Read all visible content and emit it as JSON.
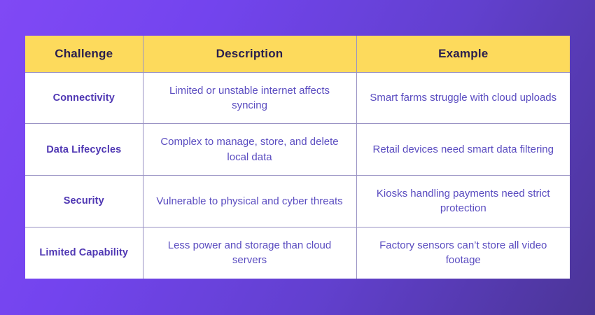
{
  "theme": {
    "background_gradient_from": "#8049f5",
    "background_gradient_to": "#4b3597",
    "header_background": "#fdda5c",
    "header_text_color": "#2a1f4e",
    "row_label_color": "#4f37b3",
    "body_text_color": "#5a4cc0",
    "grid_line_color": "#9a93c4",
    "card_background": "#ffffff"
  },
  "table": {
    "columns": [
      {
        "key": "challenge",
        "label": "Challenge"
      },
      {
        "key": "description",
        "label": "Description"
      },
      {
        "key": "example",
        "label": "Example"
      }
    ],
    "rows": [
      {
        "challenge": "Connectivity",
        "description": "Limited or unstable internet affects syncing",
        "example": "Smart farms struggle with cloud uploads"
      },
      {
        "challenge": "Data Lifecycles",
        "description": "Complex to manage, store, and delete local data",
        "example": "Retail devices need smart data filtering"
      },
      {
        "challenge": "Security",
        "description": "Vulnerable to physical and cyber threats",
        "example": "Kiosks handling payments need strict protection"
      },
      {
        "challenge": "Limited Capability",
        "description": "Less power and storage than cloud servers",
        "example": "Factory sensors can’t store all video footage"
      }
    ]
  }
}
